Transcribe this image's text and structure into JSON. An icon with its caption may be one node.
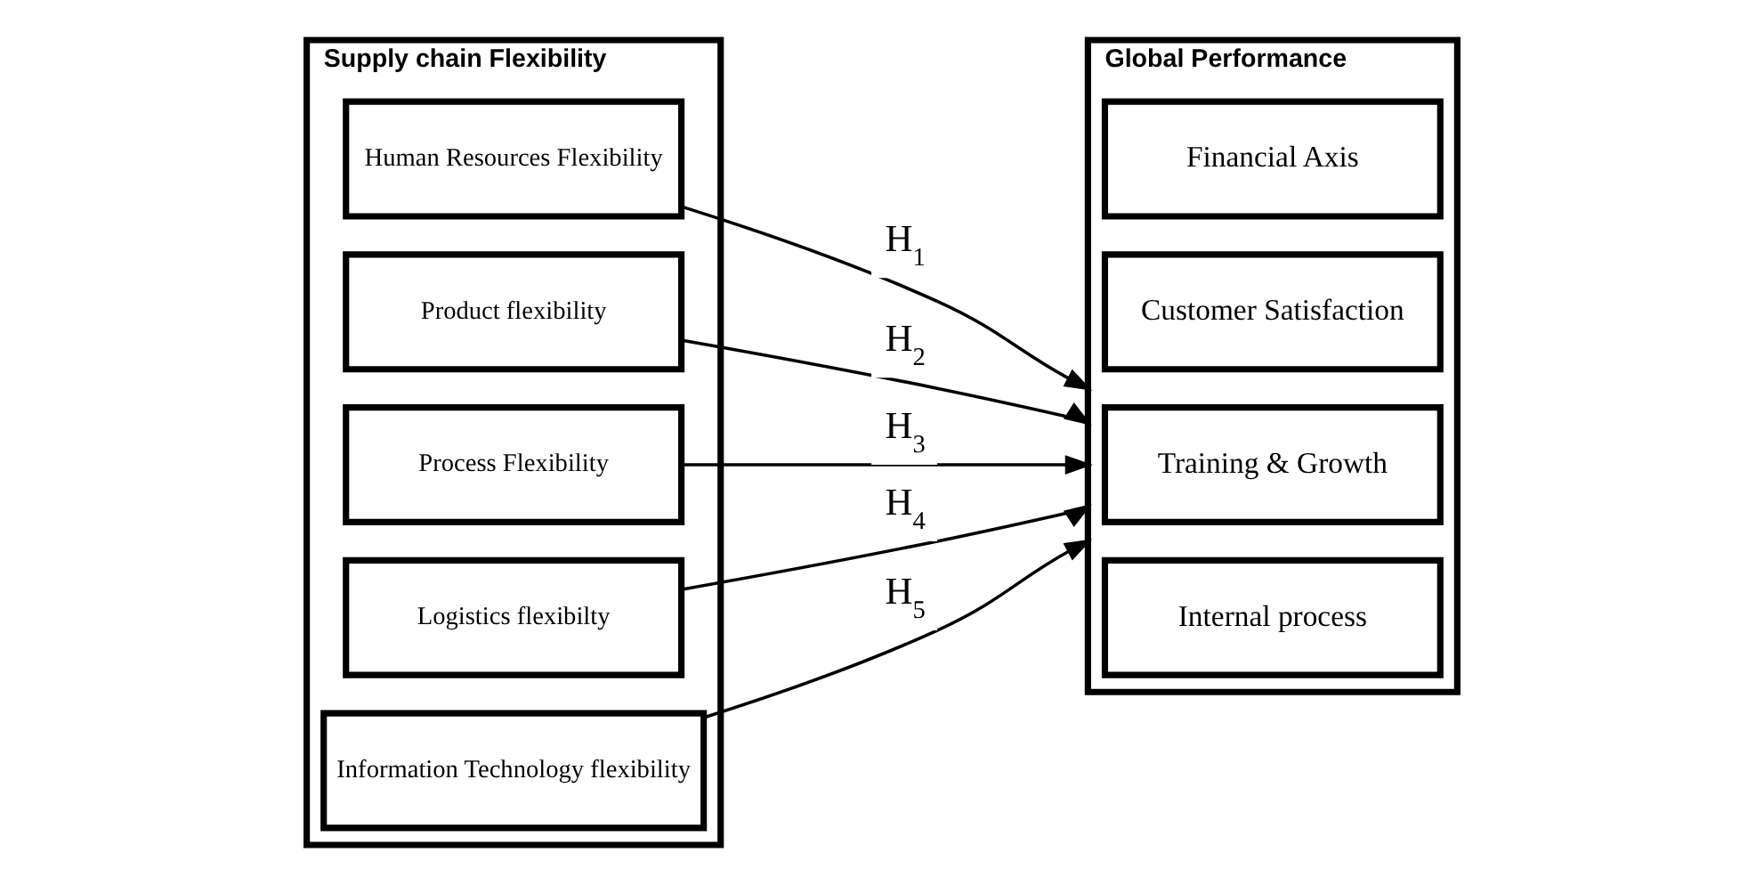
{
  "diagram": {
    "nodes": [
      {
        "text": [
          "Supply chain Flexibility"
        ]
      },
      {
        "text": [
          "Human Resources Flexibility"
        ],
        "in": 0
      },
      {
        "text": [
          "Product flexibility"
        ],
        "in": 0
      },
      {
        "text": [
          "Process Flexibility"
        ],
        "in": 0
      },
      {
        "text": [
          "Logistics flexibilty"
        ],
        "in": 0
      },
      {
        "text": [
          "Information Technology flexibility"
        ],
        "in": 0
      },
      {
        "text": [
          "Global Performance"
        ]
      },
      {
        "text": [
          "Financial Axis"
        ],
        "in": 6
      },
      {
        "text": [
          "Customer Satisfaction"
        ],
        "in": 6
      },
      {
        "text": [
          "Training & Growth"
        ],
        "in": 6
      },
      {
        "text": [
          "Internal process"
        ],
        "in": 6
      }
    ],
    "edges": [
      {
        "from": 1,
        "to": 6,
        "arrow": "to",
        "label": "H$_{1}$"
      },
      {
        "from": 2,
        "to": 6,
        "arrow": "to",
        "label": "H$_{2}$"
      },
      {
        "from": 3,
        "to": 6,
        "arrow": "to",
        "label": "H$_{3}$"
      },
      {
        "from": 4,
        "to": 6,
        "arrow": "to",
        "label": "H$_{4}$"
      },
      {
        "from": 5,
        "to": 6,
        "arrow": "to",
        "label": "H$_{5}$"
      }
    ]
  }
}
